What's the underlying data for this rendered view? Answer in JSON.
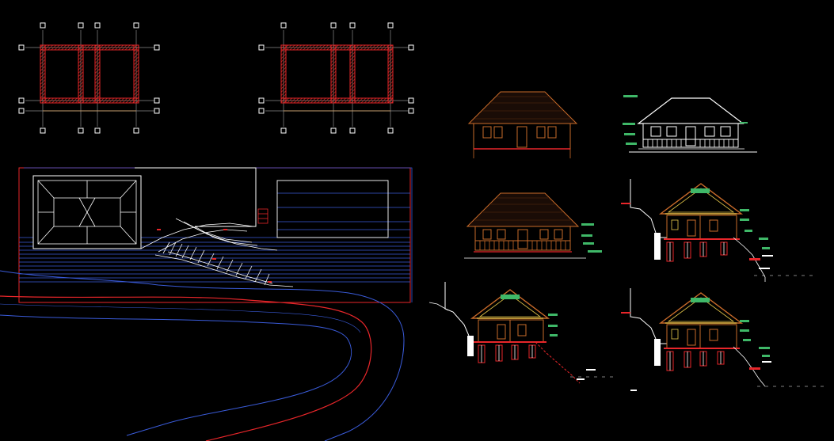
{
  "drawing": {
    "background": "#000000",
    "colors": {
      "red": "#e8262a",
      "hatch": "#8a1a10",
      "blue": "#3a5bd9",
      "white": "#ffffff",
      "brown": "#c96b2a",
      "yellow": "#e6c84a",
      "green": "#3fb868",
      "gray": "#9a9a9a"
    },
    "views": [
      "foundation-plan-1",
      "foundation-plan-2",
      "site-plan",
      "front-elevation",
      "rendered-elevation",
      "porch-elevation",
      "section-1",
      "section-2",
      "section-3"
    ]
  }
}
